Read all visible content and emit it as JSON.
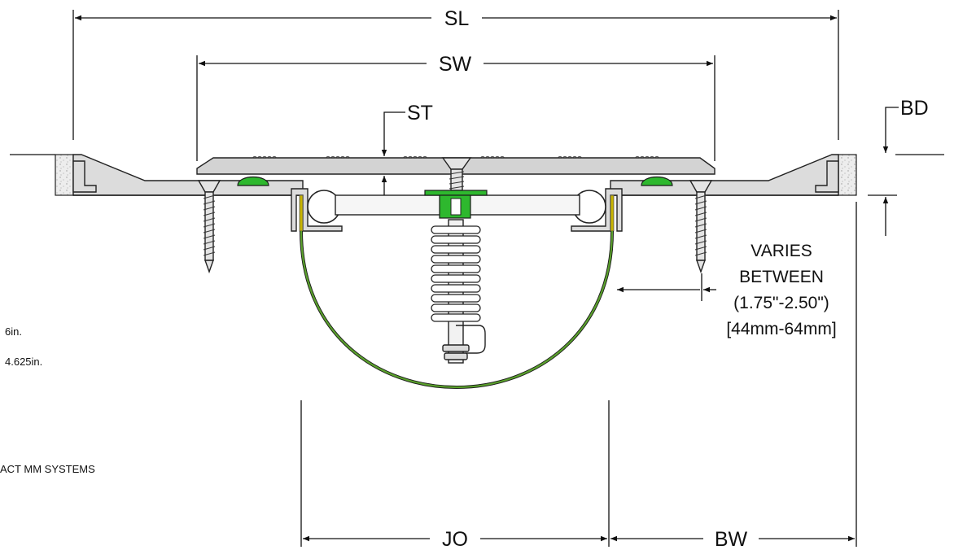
{
  "dimensions": {
    "sl": "SL",
    "sw": "SW",
    "st": "ST",
    "bd": "BD",
    "jo": "JO",
    "bw": "BW"
  },
  "varies_note": {
    "line1": "VARIES",
    "line2": "BETWEEN",
    "line3": "(1.75\"-2.50\")",
    "line4": "[44mm-64mm]"
  },
  "left_notes": {
    "value1": "6in.",
    "value2": "4.625in.",
    "contact": "ACT MM SYSTEMS"
  },
  "colors": {
    "cover_fill": "#d3d3d3",
    "frame_fill": "#dcdcdc",
    "spring_green": "#2eb82e",
    "seal_green": "#5aa02c",
    "seal_edge": "#c8b400",
    "concrete": "#ededed"
  }
}
